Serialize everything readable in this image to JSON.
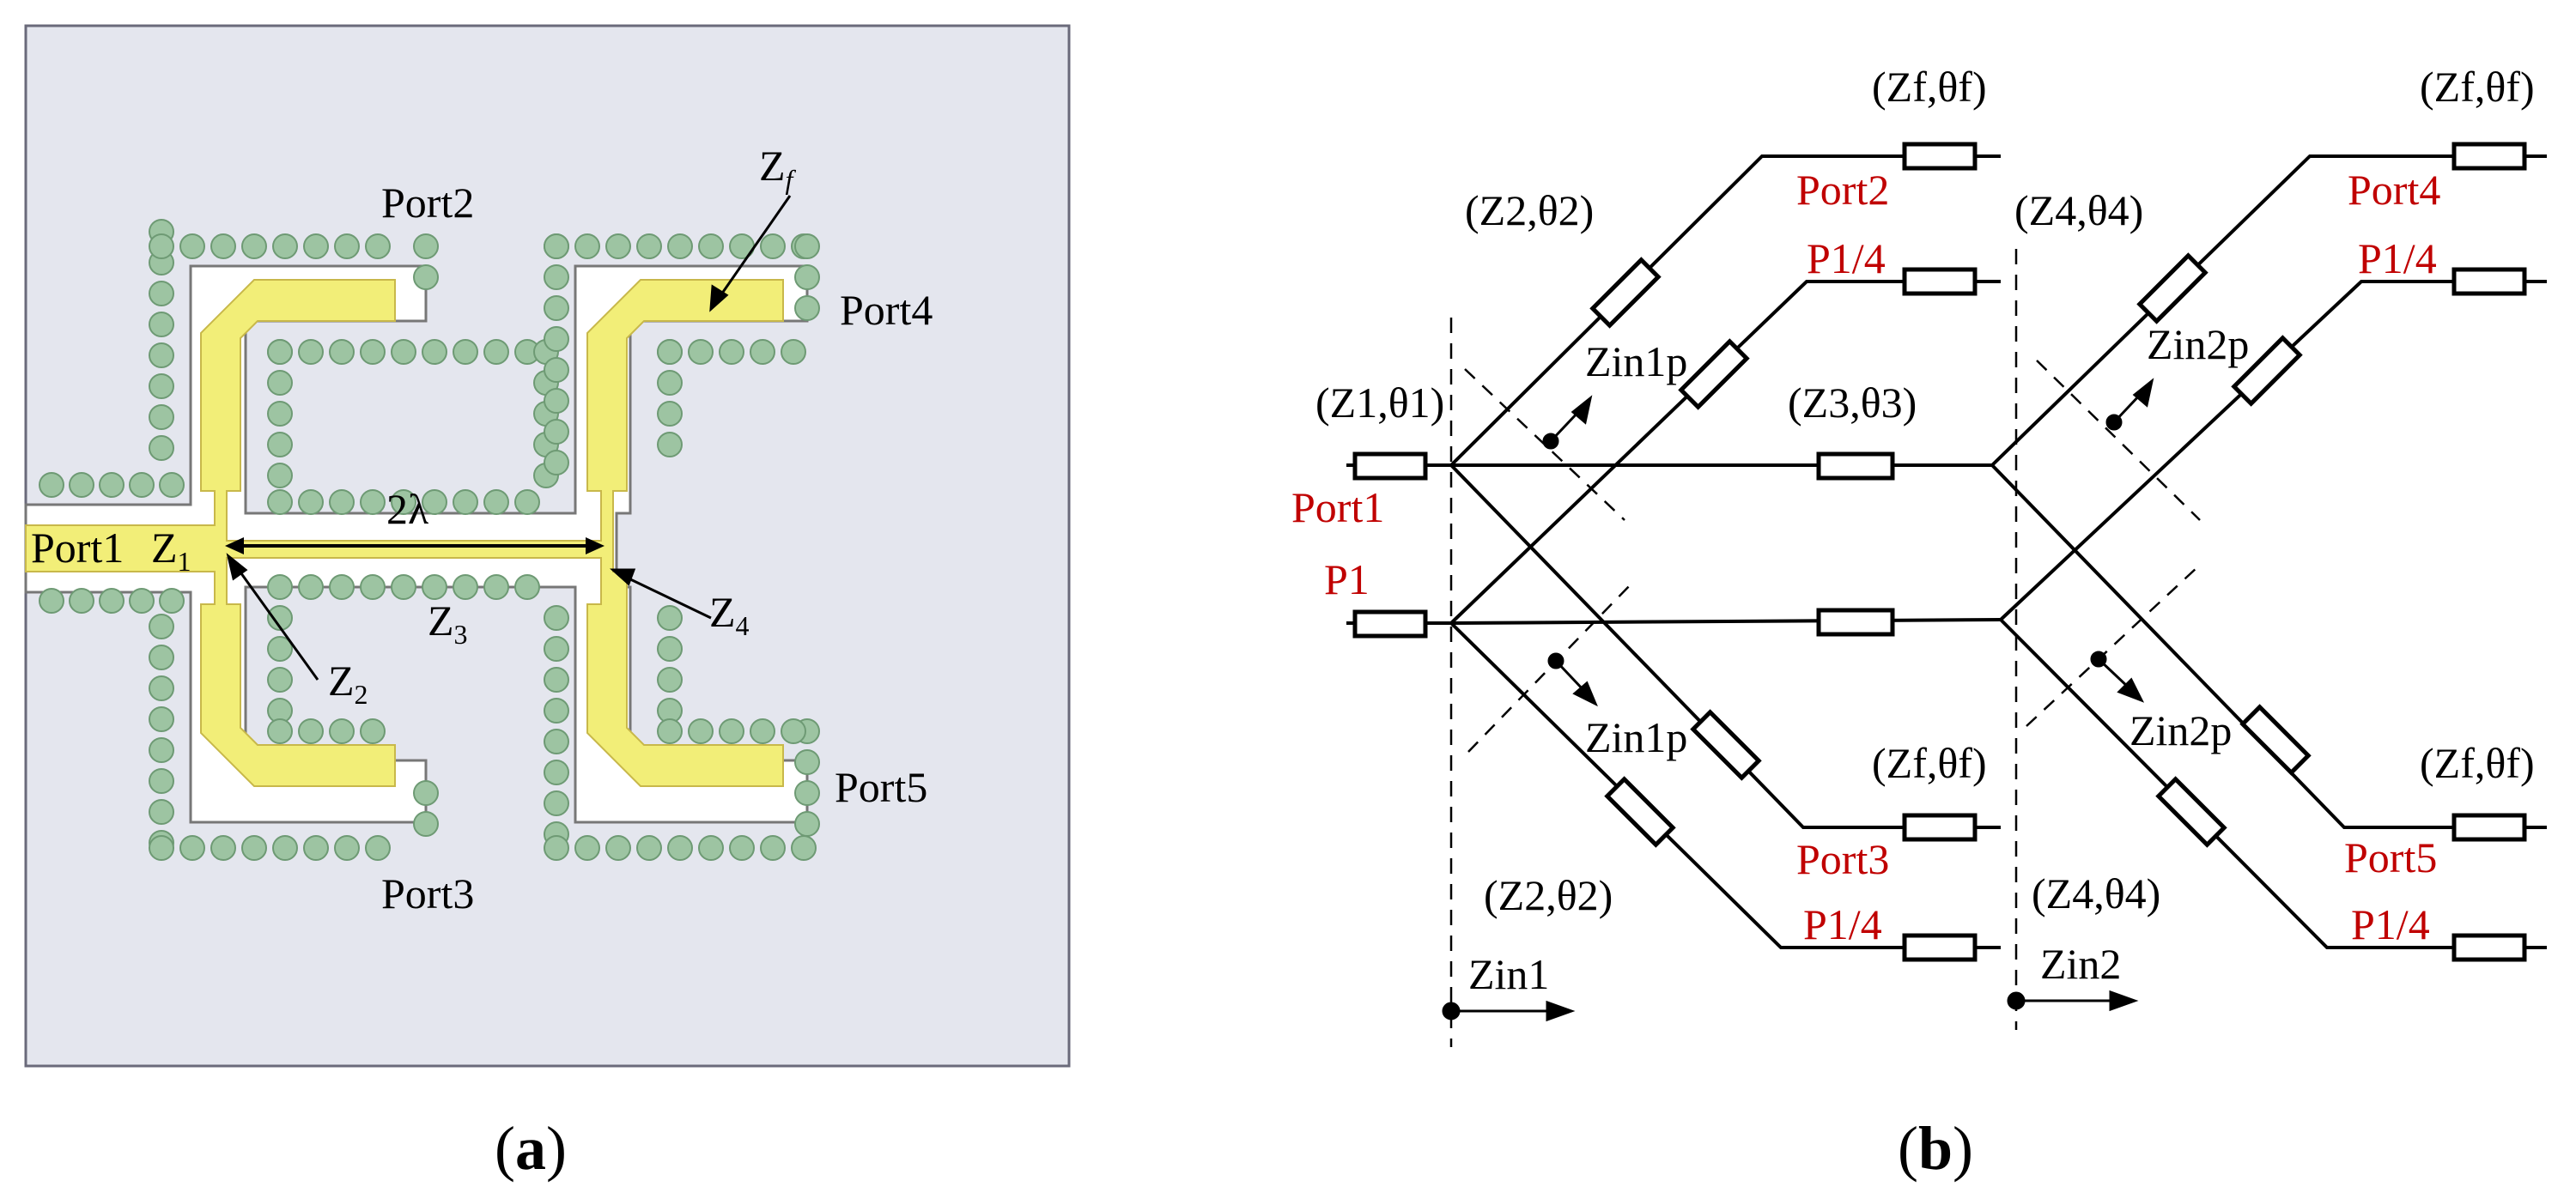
{
  "panel_a": {
    "caption_open": "(",
    "caption_letter": "a",
    "caption_close": ")",
    "ports": {
      "p1": "Port1",
      "p2": "Port2",
      "p3": "Port3",
      "p4": "Port4",
      "p5": "Port5"
    },
    "dimension_label": "2λ",
    "impedances": {
      "z1": "Z",
      "z1_sub": "1",
      "z2": "Z",
      "z2_sub": "2",
      "z3": "Z",
      "z3_sub": "3",
      "z4": "Z",
      "z4_sub": "4",
      "zf": "Z",
      "zf_sub": "f"
    },
    "colors": {
      "background": "#e4e6ee",
      "microstrip": "#f2ee78",
      "via": "#9dc4a2"
    }
  },
  "panel_b": {
    "caption_open": "(",
    "caption_letter": "b",
    "caption_close": ")",
    "labels": {
      "z1t1": "(Z1,θ1)",
      "z2t2_top": "(Z2,θ2)",
      "z2t2_bot": "(Z2,θ2)",
      "z3t3": "(Z3,θ3)",
      "z4t4_top": "(Z4,θ4)",
      "z4t4_bot": "(Z4,θ4)",
      "zf_2": "(Zf,θf)",
      "zf_3": "(Zf,θf)",
      "zf_4": "(Zf,θf)",
      "zf_5": "(Zf,θf)",
      "zin1": "Zin1",
      "zin2": "Zin2",
      "zin1p_top": "Zin1p",
      "zin1p_bot": "Zin1p",
      "zin2p_top": "Zin2p",
      "zin2p_bot": "Zin2p"
    },
    "red_labels": {
      "port1": "Port1",
      "p1": "P1",
      "port2": "Port2",
      "port3": "Port3",
      "port4": "Port4",
      "port5": "Port5",
      "p14_a": "P1/4",
      "p14_b": "P1/4",
      "p14_c": "P1/4",
      "p14_d": "P1/4"
    },
    "colors": {
      "red_text": "#c00000",
      "line": "#000000"
    }
  }
}
